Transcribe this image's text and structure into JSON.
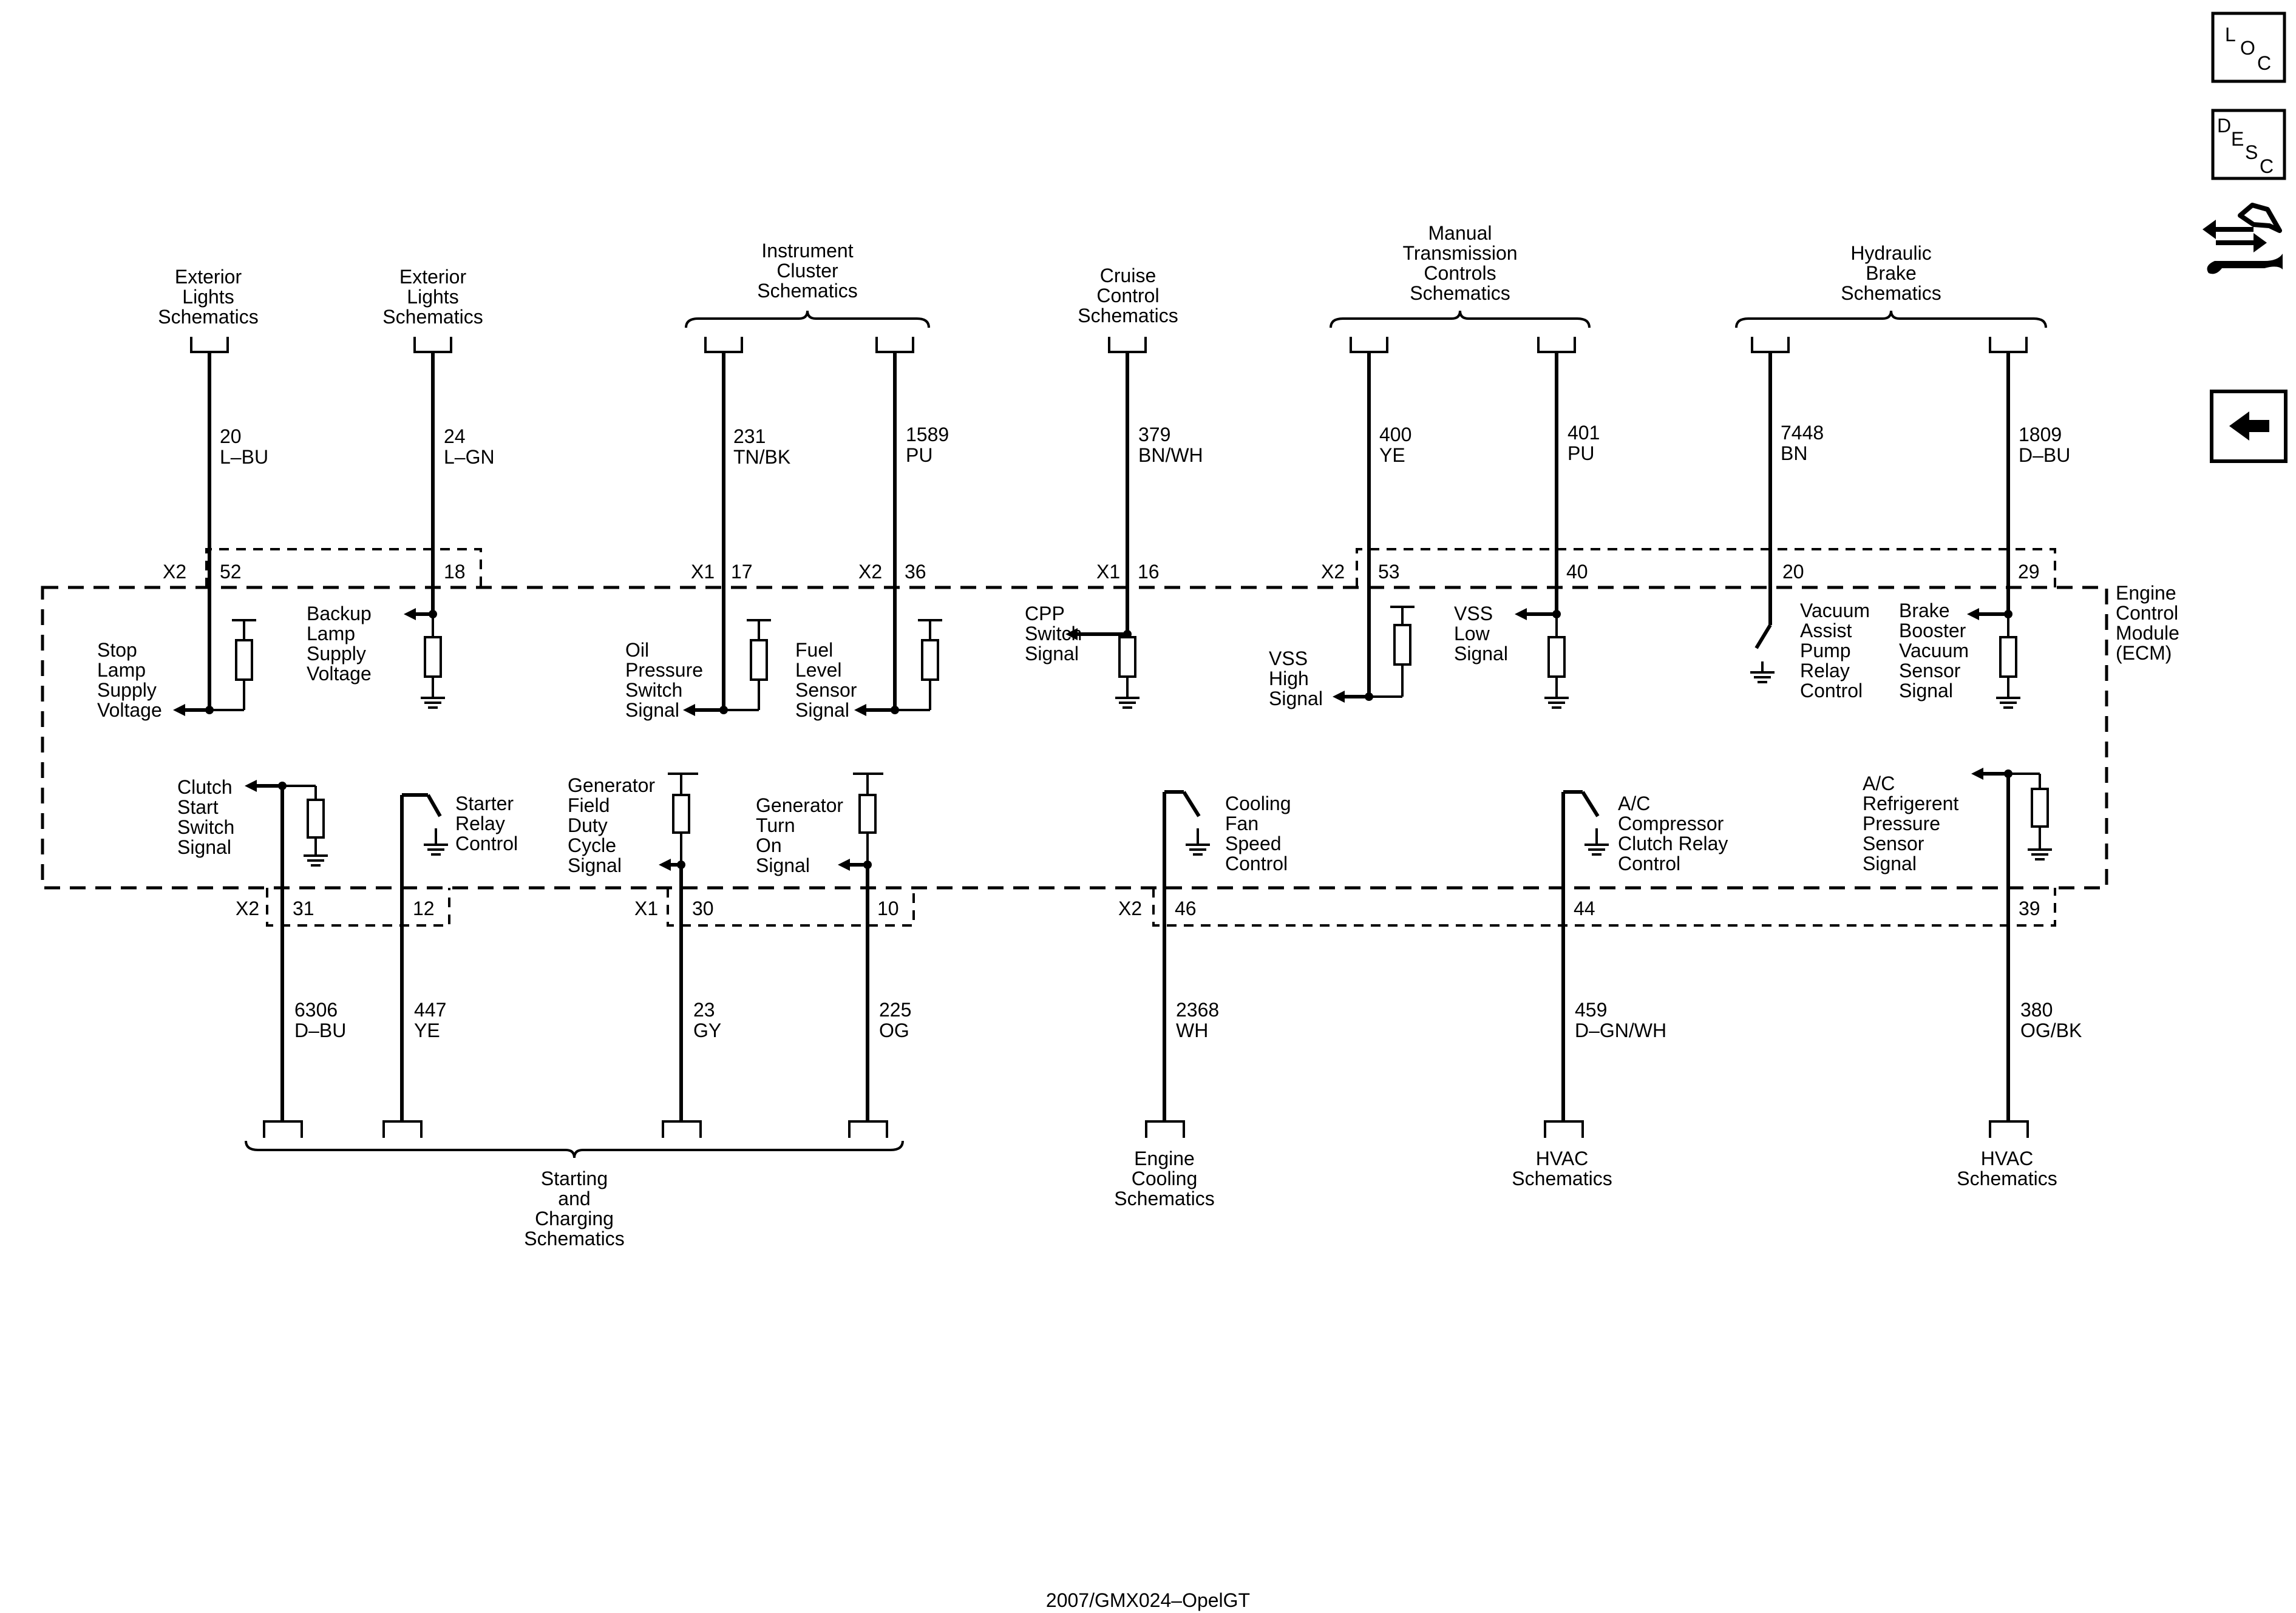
{
  "ecm_label": [
    "Engine",
    "Control",
    "Module",
    "(ECM)"
  ],
  "footer": "2007/GMX024–OpelGT",
  "nav": {
    "loc": [
      "L",
      "O",
      "C"
    ],
    "desc": [
      "D",
      "E",
      "S",
      "C"
    ]
  },
  "top_destinations": [
    {
      "lines": [
        "Exterior",
        "Lights",
        "Schematics"
      ]
    },
    {
      "lines": [
        "Exterior",
        "Lights",
        "Schematics"
      ]
    },
    {
      "lines": [
        "Instrument",
        "Cluster",
        "Schematics"
      ]
    },
    {
      "lines": [
        "Cruise",
        "Control",
        "Schematics"
      ]
    },
    {
      "lines": [
        "Manual",
        "Transmission",
        "Controls",
        "Schematics"
      ]
    },
    {
      "lines": [
        "Hydraulic",
        "Brake",
        "Schematics"
      ]
    }
  ],
  "bottom_destinations": [
    {
      "lines": [
        "Starting",
        "and",
        "Charging",
        "Schematics"
      ]
    },
    {
      "lines": [
        "Engine",
        "Cooling",
        "Schematics"
      ]
    },
    {
      "lines": [
        "HVAC",
        "Schematics"
      ]
    },
    {
      "lines": [
        "HVAC",
        "Schematics"
      ]
    }
  ],
  "top_connectors": [
    "X2",
    "X1",
    "X2",
    "X1",
    "X2"
  ],
  "bottom_connectors": [
    "X2",
    "X1",
    "X2"
  ],
  "top_circuits": [
    {
      "pin": "52",
      "circuit": "20",
      "color": "L–BU",
      "signal": [
        "Stop",
        "Lamp",
        "Supply",
        "Voltage"
      ]
    },
    {
      "pin": "18",
      "circuit": "24",
      "color": "L–GN",
      "signal": [
        "Backup",
        "Lamp",
        "Supply",
        "Voltage"
      ]
    },
    {
      "pin": "17",
      "circuit": "231",
      "color": "TN/BK",
      "signal": [
        "Oil",
        "Pressure",
        "Switch",
        "Signal"
      ]
    },
    {
      "pin": "36",
      "circuit": "1589",
      "color": "PU",
      "signal": [
        "Fuel",
        "Level",
        "Sensor",
        "Signal"
      ]
    },
    {
      "pin": "16",
      "circuit": "379",
      "color": "BN/WH",
      "signal": [
        "CPP",
        "Switch",
        "Signal"
      ]
    },
    {
      "pin": "53",
      "circuit": "400",
      "color": "YE",
      "signal": [
        "VSS",
        "High",
        "Signal"
      ]
    },
    {
      "pin": "40",
      "circuit": "401",
      "color": "PU",
      "signal": [
        "VSS",
        "Low",
        "Signal"
      ]
    },
    {
      "pin": "20",
      "circuit": "7448",
      "color": "BN",
      "signal": [
        "Vacuum",
        "Assist",
        "Pump",
        "Relay",
        "Control"
      ]
    },
    {
      "pin": "29",
      "circuit": "1809",
      "color": "D–BU",
      "signal": [
        "Brake",
        "Booster",
        "Vacuum",
        "Sensor",
        "Signal"
      ]
    }
  ],
  "bottom_circuits": [
    {
      "pin": "31",
      "circuit": "6306",
      "color": "D–BU",
      "signal": [
        "Clutch",
        "Start",
        "Switch",
        "Signal"
      ]
    },
    {
      "pin": "12",
      "circuit": "447",
      "color": "YE",
      "signal": [
        "Starter",
        "Relay",
        "Control"
      ]
    },
    {
      "pin": "30",
      "circuit": "23",
      "color": "GY",
      "signal": [
        "Generator",
        "Field",
        "Duty",
        "Cycle",
        "Signal"
      ]
    },
    {
      "pin": "10",
      "circuit": "225",
      "color": "OG",
      "signal": [
        "Generator",
        "Turn",
        "On",
        "Signal"
      ]
    },
    {
      "pin": "46",
      "circuit": "2368",
      "color": "WH",
      "signal": [
        "Cooling",
        "Fan",
        "Speed",
        "Control"
      ]
    },
    {
      "pin": "44",
      "circuit": "459",
      "color": "D–GN/WH",
      "signal": [
        "A/C",
        "Compressor",
        "Clutch Relay",
        "Control"
      ]
    },
    {
      "pin": "39",
      "circuit": "380",
      "color": "OG/BK",
      "signal": [
        "A/C",
        "Refrigerent",
        "Pressure",
        "Sensor",
        "Signal"
      ]
    }
  ]
}
